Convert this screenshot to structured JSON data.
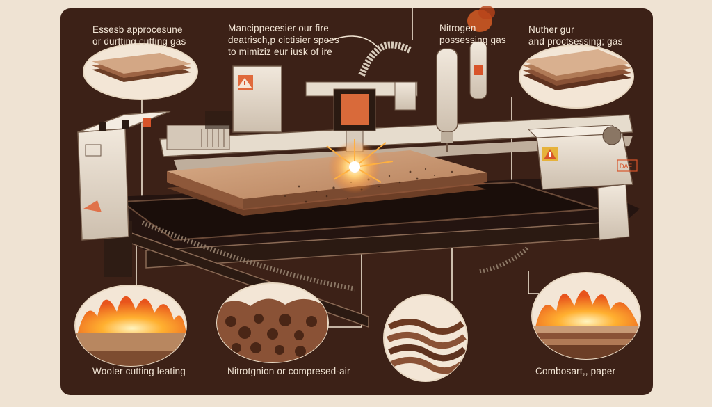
{
  "captions": {
    "top_left": [
      "Essesb approcesune",
      "or durtting cutting gas"
    ],
    "top_center": [
      "Mancippecesier our fire",
      "deatrisch,p cictisier spees",
      "to mimiziz eur iusk of ire"
    ],
    "top_nitrogen": [
      "Nitrogen",
      "possessing gas"
    ],
    "top_right": [
      "Nuther gur",
      "and proctsessing; gas"
    ],
    "bottom_left": "Wooler cutting leating",
    "bottom_center": "Nitrotgnion or compresed-air",
    "bottom_right": "Combosart,, paper"
  },
  "icons": [
    "warning-icon",
    "warning-icon",
    "warning-icon"
  ],
  "colors": {
    "background": "#efe3d3",
    "panel": "#3c2117",
    "machine_body": "#e8ddd0",
    "material": "#c89a76",
    "laser_spark": "#ff9a2e",
    "accent": "#d8542a",
    "caption_text": "#f3e6d6"
  },
  "machine_label": "DAF"
}
